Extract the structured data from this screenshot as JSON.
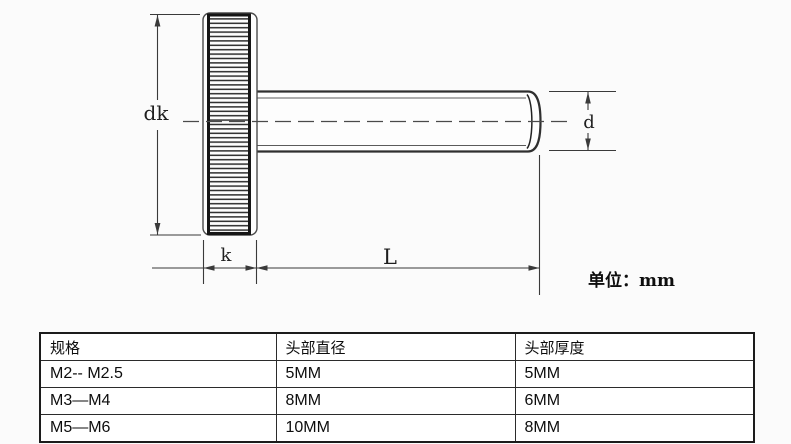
{
  "colors": {
    "ink": "#3a3a3a",
    "heavy_ink": "#151515",
    "table_border": "#1c1c1c",
    "background": "#fbfbfb"
  },
  "diagram": {
    "label_dk": "dk",
    "label_k": "k",
    "label_L": "L",
    "label_d": "d",
    "unit_note": "单位：mm"
  },
  "table": {
    "headers": [
      "规格",
      "头部直径",
      "头部厚度"
    ],
    "rows": [
      [
        "M2-- M2.5",
        "5MM",
        "5MM"
      ],
      [
        "M3—M4",
        "8MM",
        "6MM"
      ],
      [
        "M5—M6",
        "10MM",
        "8MM"
      ]
    ]
  }
}
